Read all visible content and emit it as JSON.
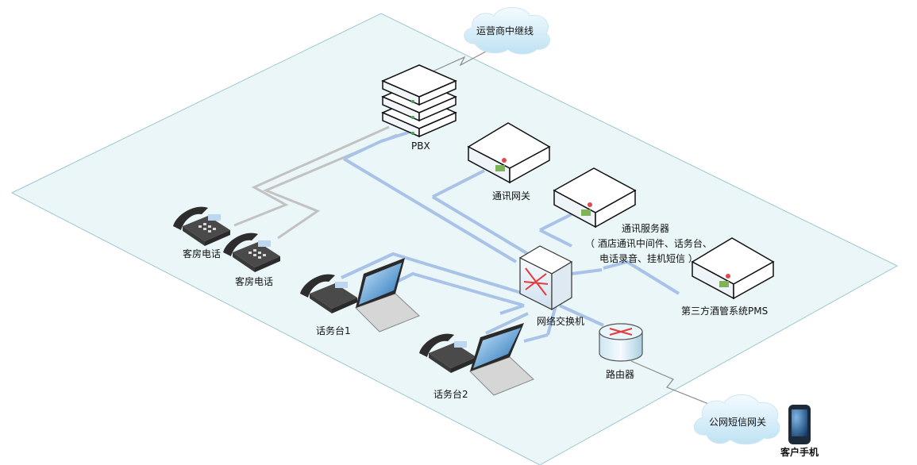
{
  "labels": {
    "carrier_trunk": "运营商中继线",
    "pbx": "PBX",
    "comm_gateway": "通讯网关",
    "comm_server": "通讯服务器",
    "comm_server_detail_1": "（ 酒店通讯中间件、话务台、",
    "comm_server_detail_2": "电话录音、挂机短信 ）",
    "pms": "第三方酒管系统PMS",
    "switch": "网络交换机",
    "router": "路由器",
    "room_phone_1": "客房电话",
    "room_phone_2": "客房电话",
    "operator_1": "话务台1",
    "operator_2": "话务台2",
    "sms_gateway": "公网短信网关",
    "mobile": "客户手机"
  },
  "icons": {
    "cloud": "cloud-icon",
    "server": "server-icon",
    "phone": "desk-phone-icon",
    "laptop": "laptop-icon",
    "switch": "network-switch-icon",
    "router": "router-icon",
    "mobile": "mobile-phone-icon",
    "wan": "lightning-link-icon"
  },
  "colors": {
    "platform_fill": "#eaf6f8",
    "platform_stroke": "#9ec7d0",
    "cable_blue": "#a9c3e8",
    "cable_gray": "#c2c2c2",
    "cloud_fill": "#d7eef8"
  }
}
